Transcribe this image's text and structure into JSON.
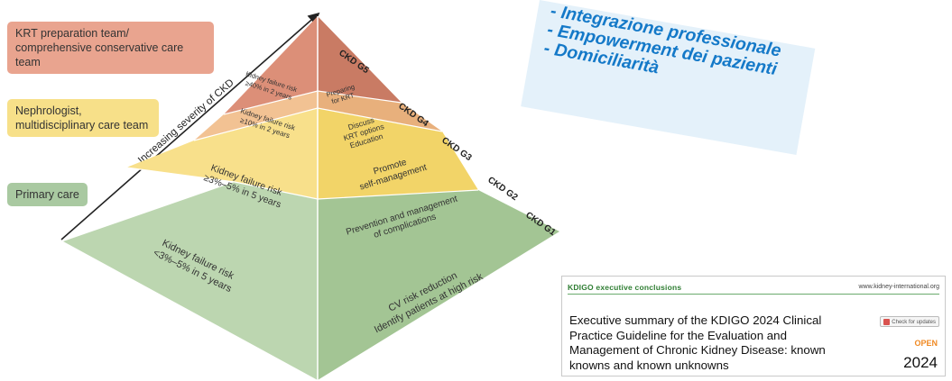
{
  "colors": {
    "krt": "#e9a48f",
    "neph": "#f7e089",
    "primary": "#a9c9a1",
    "banner_text": "#1479c8",
    "banner_bg": "#e4f1fa",
    "g5_left": "#dc8f78",
    "g5_right": "#c97b64",
    "g4_left": "#f2c293",
    "g4_right": "#e8b07c",
    "g3_left": "#f8e08b",
    "g3_right": "#f2d468",
    "g1_left": "#bcd6b0",
    "g1_right": "#a3c594"
  },
  "legend": {
    "krt_team": "KRT preparation team/\ncomprehensive conservative care team",
    "nephrologist": "Nephrologist,\nmultidisciplinary care team",
    "primary_care": "Primary care"
  },
  "axis_label": "Increasing severity of CKD",
  "stages": {
    "g5": "CKD G5",
    "g4": "CKD G4",
    "g3": "CKD G3",
    "g2": "CKD G2",
    "g1": "CKD G1"
  },
  "left_face": {
    "g5": [
      "Kidney failure risk",
      "≥40% in 2 years"
    ],
    "g4": [
      "Kidney failure risk",
      "≥10% in 2 years"
    ],
    "g3": [
      "Kidney failure risk",
      "≥3%–5% in 5 years"
    ],
    "g1": [
      "Kidney failure risk",
      "<3%–5% in 5 years"
    ]
  },
  "right_face": {
    "g5": [
      "Preparing",
      "for KRT"
    ],
    "g4": [
      "Discuss",
      "KRT options",
      "Education"
    ],
    "g3a": [
      "Promote",
      "self-management"
    ],
    "g3b": [
      "Prevention and management",
      "of complications"
    ],
    "g1": [
      "CV risk reduction",
      "Identify patients at high risk"
    ]
  },
  "banner": {
    "lines": [
      "- Integrazione professionale",
      "- Empowerment dei pazienti",
      "- Domiciliarità"
    ]
  },
  "article": {
    "journal": "KDIGO executive conclusions",
    "url": "www.kidney-international.org",
    "title_lines": [
      "Executive summary of the KDIGO 2024 Clinical",
      "Practice Guideline for the Evaluation and",
      "Management of Chronic Kidney Disease: known",
      "knowns and known unknowns"
    ],
    "check_label": "Check for updates",
    "open_label": "OPEN",
    "year": "2024"
  }
}
